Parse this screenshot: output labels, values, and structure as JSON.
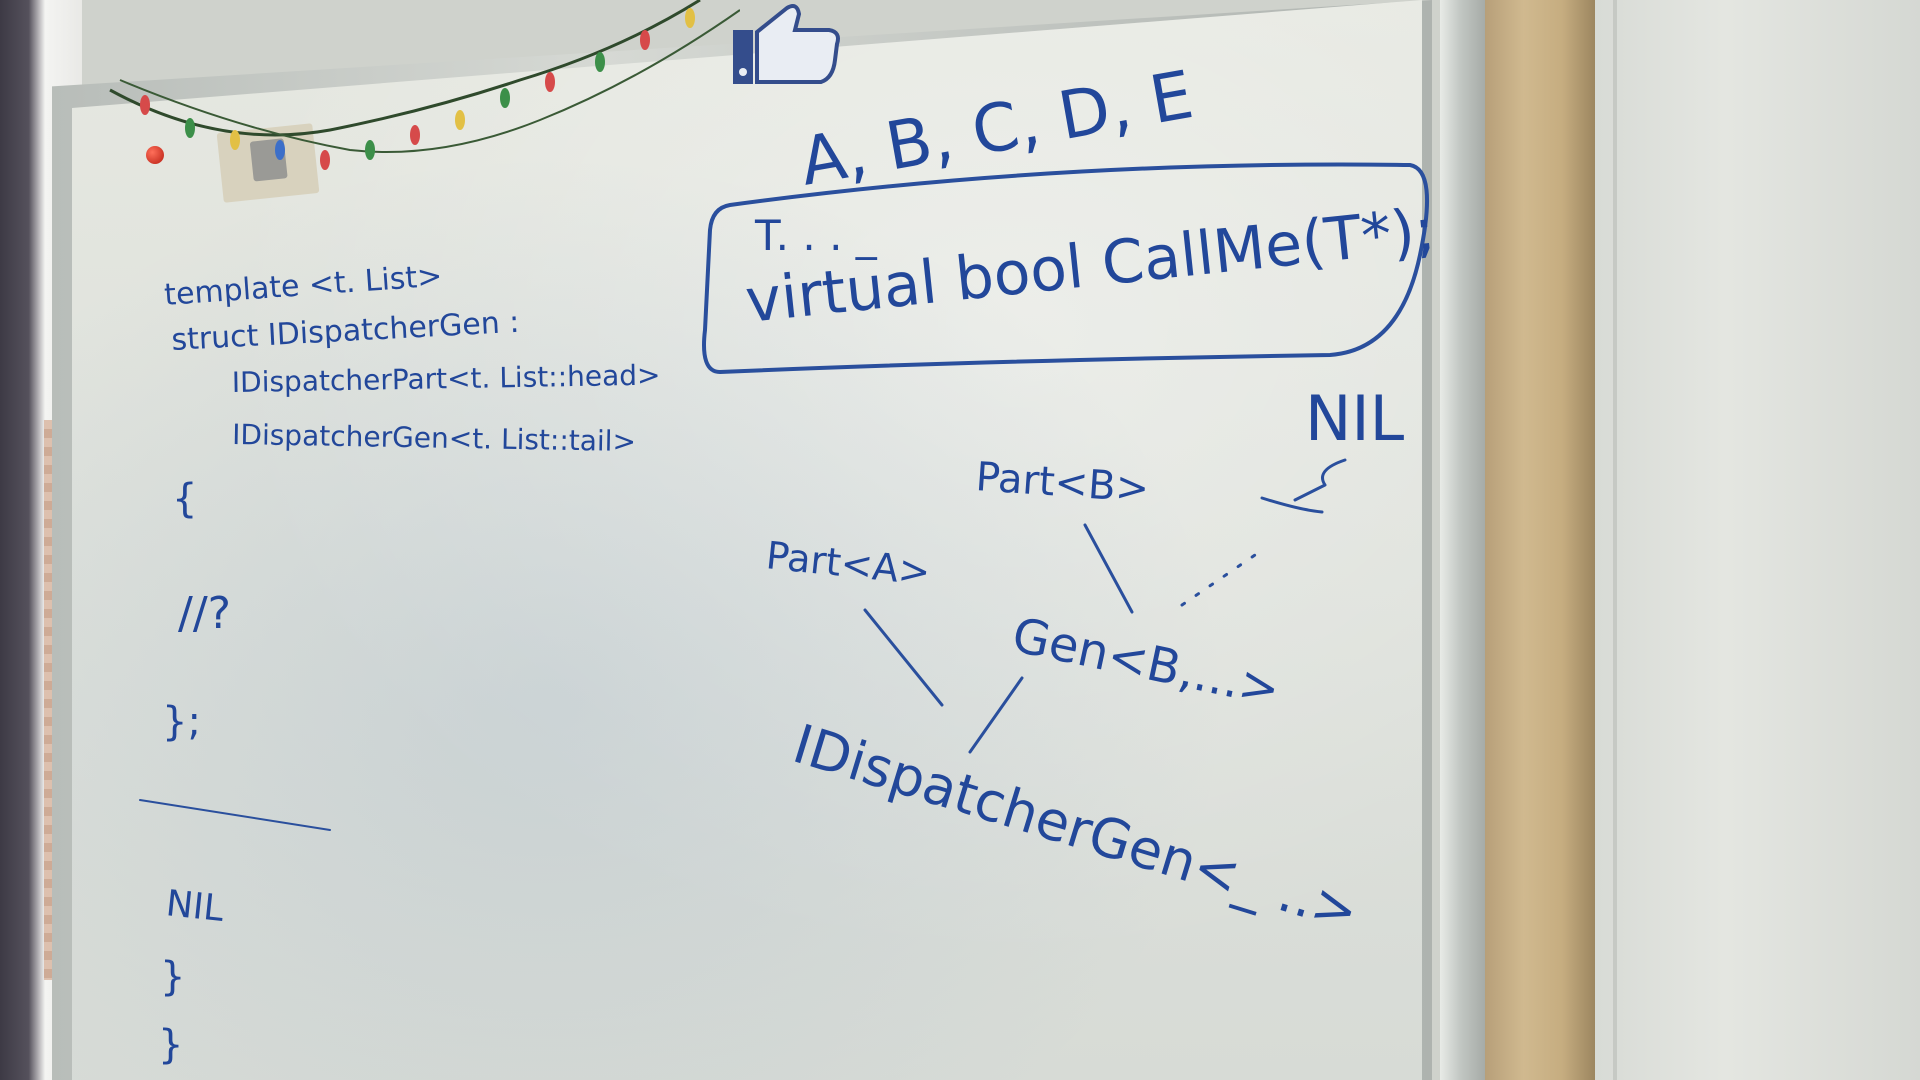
{
  "scene": {
    "surface_color": "#dfe2dc",
    "ink_color": "#22479a",
    "frame_color": "#b8bdb9",
    "icons": [
      "thumbs-up-sign-icon",
      "string-lights-icon",
      "magnet-icon",
      "binder-clip-icon"
    ]
  },
  "whiteboard": {
    "type_list": "A, B, C, D, E",
    "interface_box": {
      "line1": "T. . . _",
      "line2": "virtual bool CallMe(T*);"
    },
    "code": {
      "line1": "template <t. List>",
      "line2": "struct IDispatcherGen :",
      "line3": "IDispatcherPart<t. List::head>",
      "line4": "IDispatcherGen<t. List::tail>",
      "line5": "{",
      "line6": "//?",
      "line7": "};",
      "nil": "NIL",
      "closing1": "}",
      "closing2": "}"
    },
    "diagram": {
      "nil": "NIL",
      "part_b": "Part<B>",
      "part_a": "Part<A>",
      "gen_b": "Gen<B,...>",
      "dispatcher_gen": "IDispatcherGen<_ ..>"
    }
  }
}
